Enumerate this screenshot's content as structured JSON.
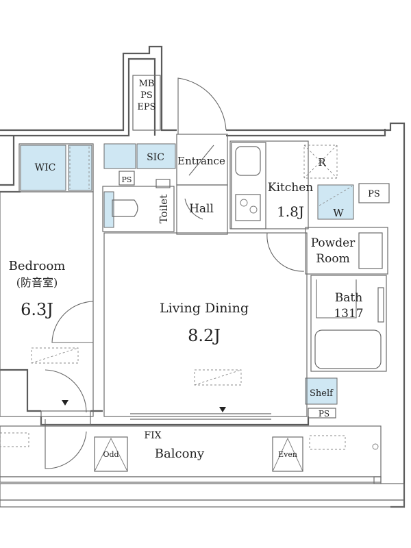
{
  "rooms": {
    "wic": "WIC",
    "sic": "SIC",
    "entrance": "Entrance",
    "hall": "Hall",
    "toilet": "Toilet",
    "kitchen": "Kitchen",
    "powder_1": "Powder",
    "powder_2": "Room",
    "bath": "Bath",
    "living_dining": "Living Dining",
    "bedroom": "Bedroom",
    "bedroom_note": "(防音室)",
    "balcony": "Balcony"
  },
  "sizes": {
    "kitchen": "1.8J",
    "bath": "1317",
    "living_dining": "8.2J",
    "bedroom": "6.3J"
  },
  "labels": {
    "mb": "MB",
    "ps_shaft": "PS",
    "eps": "EPS",
    "ps": "PS",
    "fridge": "R",
    "washer": "W",
    "shelf": "Shelf",
    "fix": "FIX",
    "odd": "Odd",
    "even": "Even"
  },
  "colors": {
    "storage_fill": "#cfe7f3",
    "wall": "#5a5a5a"
  }
}
